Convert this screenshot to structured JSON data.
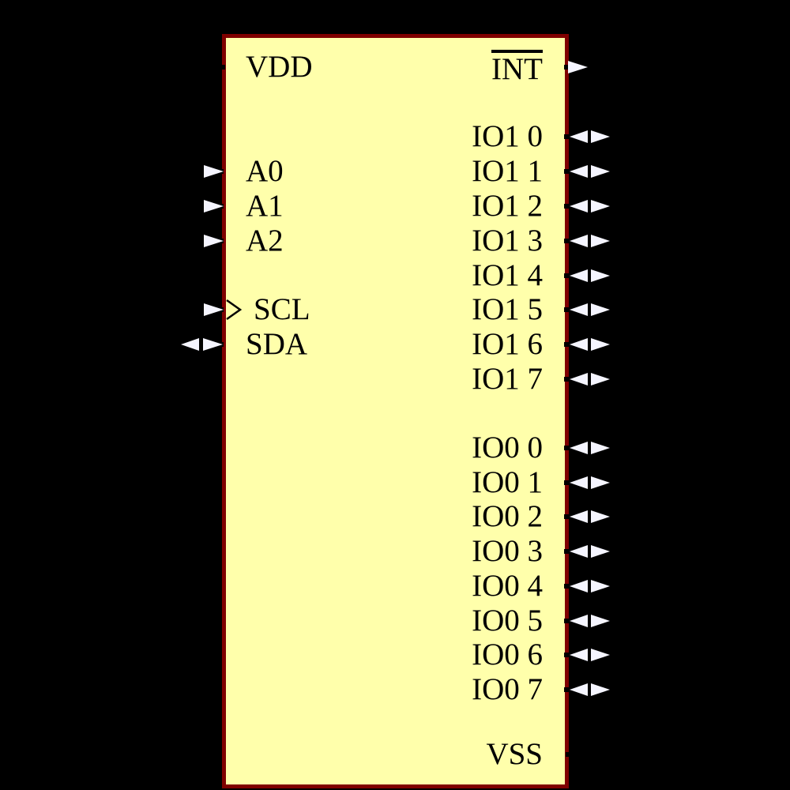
{
  "symbol": {
    "description": "I2C I/O expander schematic symbol",
    "colors": {
      "background": "#000000",
      "body_fill": "#FFFFAB",
      "body_border": "#7F0000",
      "text": "#000000",
      "arrow": "#F5F5FF"
    },
    "left_pins": [
      {
        "label": "VDD",
        "type": "power"
      },
      {
        "label": "A0",
        "type": "input"
      },
      {
        "label": "A1",
        "type": "input"
      },
      {
        "label": "A2",
        "type": "input"
      },
      {
        "label": "SCL",
        "type": "clock-input"
      },
      {
        "label": "SDA",
        "type": "bidirectional"
      }
    ],
    "right_pins": [
      {
        "label": "INT",
        "type": "output",
        "overline": true
      },
      {
        "label": "IO1 0",
        "type": "bidirectional"
      },
      {
        "label": "IO1 1",
        "type": "bidirectional"
      },
      {
        "label": "IO1 2",
        "type": "bidirectional"
      },
      {
        "label": "IO1 3",
        "type": "bidirectional"
      },
      {
        "label": "IO1 4",
        "type": "bidirectional"
      },
      {
        "label": "IO1 5",
        "type": "bidirectional"
      },
      {
        "label": "IO1 6",
        "type": "bidirectional"
      },
      {
        "label": "IO1 7",
        "type": "bidirectional"
      },
      {
        "label": "IO0 0",
        "type": "bidirectional"
      },
      {
        "label": "IO0 1",
        "type": "bidirectional"
      },
      {
        "label": "IO0 2",
        "type": "bidirectional"
      },
      {
        "label": "IO0 3",
        "type": "bidirectional"
      },
      {
        "label": "IO0 4",
        "type": "bidirectional"
      },
      {
        "label": "IO0 5",
        "type": "bidirectional"
      },
      {
        "label": "IO0 6",
        "type": "bidirectional"
      },
      {
        "label": "IO0 7",
        "type": "bidirectional"
      },
      {
        "label": "VSS",
        "type": "power"
      }
    ]
  }
}
